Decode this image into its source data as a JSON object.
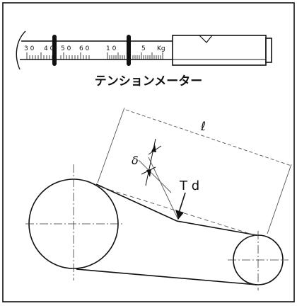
{
  "gauge": {
    "caption": "テンションメーター",
    "unit": "Kg",
    "scale_labels": [
      "3 0",
      "4 0",
      "5 0",
      "6 0",
      "1 0",
      "5"
    ]
  },
  "diagram": {
    "span_symbol": "ℓ",
    "deflection_symbol": "δ",
    "force_label": "T d"
  }
}
